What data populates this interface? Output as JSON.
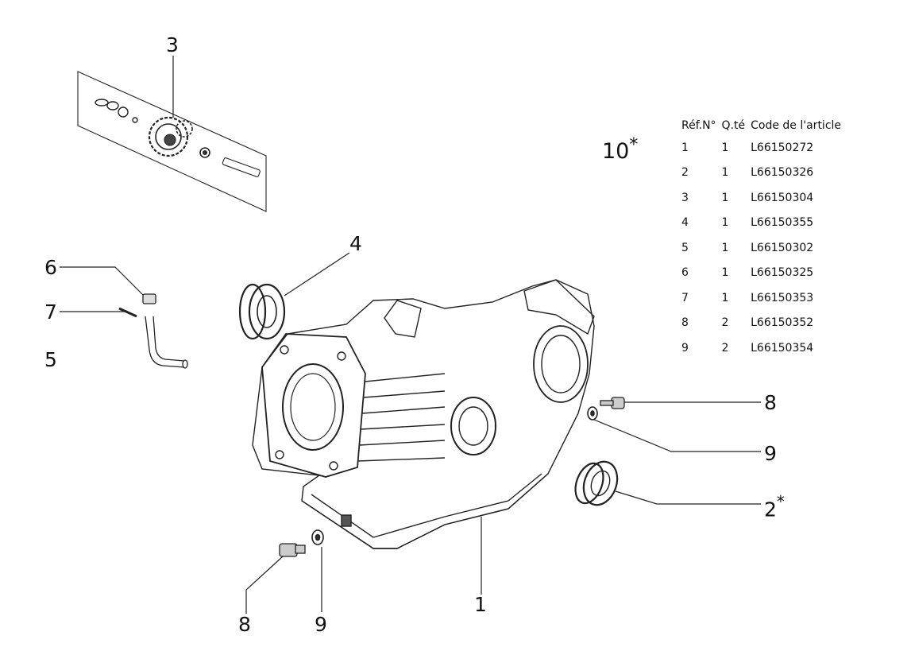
{
  "callouts": {
    "c1": "1",
    "c2": "2",
    "c2_star": "*",
    "c3": "3",
    "c4": "4",
    "c5": "5",
    "c6": "6",
    "c7": "7",
    "c8a": "8",
    "c8b": "8",
    "c9a": "9",
    "c9b": "9",
    "c10": "10",
    "c10_star": "*"
  },
  "table": {
    "headers": {
      "ref": "Réf.N°",
      "qty": "Q.té",
      "code": "Code de l'article"
    },
    "rows": [
      {
        "ref": "1",
        "qty": "1",
        "code": "L66150272"
      },
      {
        "ref": "2",
        "qty": "1",
        "code": "L66150326"
      },
      {
        "ref": "3",
        "qty": "1",
        "code": "L66150304"
      },
      {
        "ref": "4",
        "qty": "1",
        "code": "L66150355"
      },
      {
        "ref": "5",
        "qty": "1",
        "code": "L66150302"
      },
      {
        "ref": "6",
        "qty": "1",
        "code": "L66150325"
      },
      {
        "ref": "7",
        "qty": "1",
        "code": "L66150353"
      },
      {
        "ref": "8",
        "qty": "2",
        "code": "L66150352"
      },
      {
        "ref": "9",
        "qty": "2",
        "code": "L66150354"
      }
    ]
  }
}
